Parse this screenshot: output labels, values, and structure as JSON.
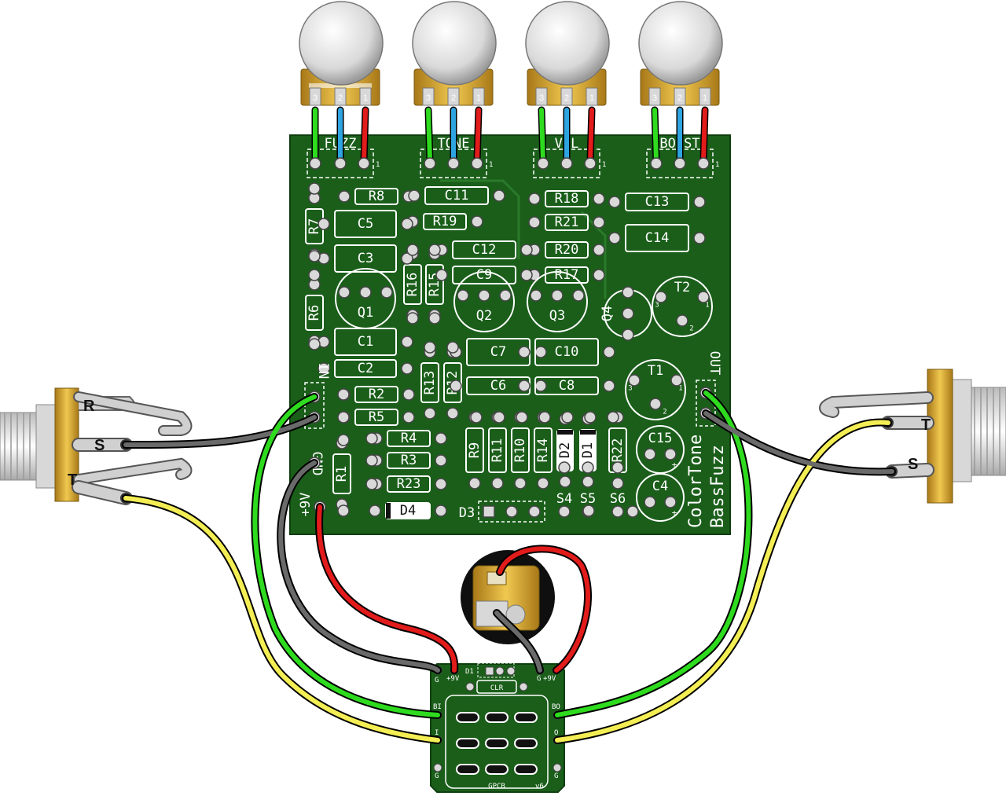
{
  "pcb": {
    "brand_line1": "ColorTone",
    "brand_line2": "BassFuzz",
    "pots": [
      {
        "label": "FUZZ"
      },
      {
        "label": "TONE"
      },
      {
        "label": "VOL"
      },
      {
        "label": "BOOST"
      }
    ],
    "pot_pins": [
      "3",
      "2",
      "1"
    ],
    "pad_one": "1",
    "resistors": [
      "R8",
      "R19",
      "R18",
      "R21",
      "R20",
      "R17",
      "R7",
      "R6",
      "R16",
      "R15",
      "R2",
      "R5",
      "R13",
      "R12",
      "R4",
      "R3",
      "R23",
      "R1",
      "R9",
      "R11",
      "R10",
      "R14",
      "R22"
    ],
    "capacitors": [
      "C11",
      "C5",
      "C3",
      "C12",
      "C9",
      "C13",
      "C14",
      "C1",
      "C2",
      "C7",
      "C6",
      "C10",
      "C8",
      "C15",
      "C4"
    ],
    "transistors": [
      "Q1",
      "Q2",
      "Q3",
      "Q4",
      "T2",
      "T1"
    ],
    "diodes": [
      "D2",
      "D1",
      "D4",
      "D3"
    ],
    "pads": [
      "S4",
      "S5",
      "S6"
    ],
    "terminals": {
      "in": "IN",
      "gnd": "GND",
      "v9": "+9V",
      "out": "OUT"
    },
    "transistor_pins": [
      "3",
      "1",
      "2"
    ],
    "polarity": "+"
  },
  "jacks": {
    "input": {
      "r": "R",
      "s": "S",
      "t": "T"
    },
    "output": {
      "t": "T",
      "s": "S"
    }
  },
  "gpcb": {
    "name": "GPCB",
    "version": "v6",
    "clr": "CLR",
    "d1": "D1",
    "left_pins": {
      "g_top": "G",
      "v9_left": "+9V",
      "bi": "BI",
      "i": "I",
      "g_bot": "G"
    },
    "right_pins": {
      "g_top": "G",
      "v9_right": "+9V",
      "bo": "BO",
      "o": "O",
      "g_bot": "G"
    }
  },
  "colors": {
    "pcb": "#1a5e1a",
    "wire_green": "#2edb1e",
    "wire_blue": "#2ea5e0",
    "wire_red": "#e21b1b",
    "wire_gray": "#6a6a6a",
    "wire_yellow": "#f4ee55",
    "jack_body": "#c99a2a"
  }
}
